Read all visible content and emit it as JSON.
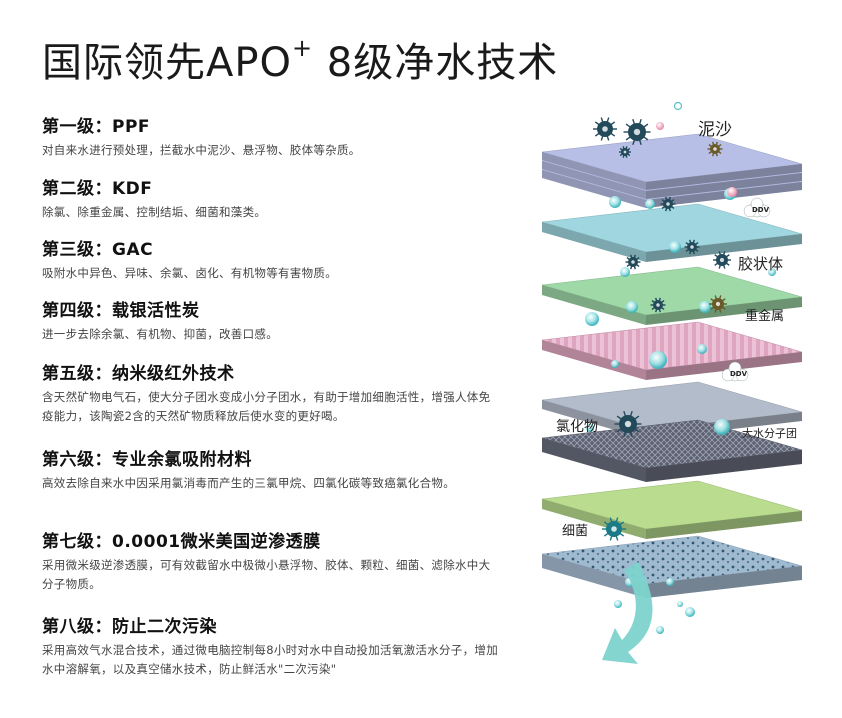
{
  "title": {
    "main": "国际领先APO",
    "sup": "+",
    "rest": " 8级净水技术"
  },
  "levels": [
    {
      "heading": "第一级：PPF",
      "desc": "对自来水进行预处理，拦截水中泥沙、悬浮物、胶体等杂质。"
    },
    {
      "heading": "第二级：KDF",
      "desc": "除氯、除重金属、控制结垢、细菌和藻类。"
    },
    {
      "heading": "第三级：GAC",
      "desc": "吸附水中异色、异味、余氯、卤化、有机物等有害物质。"
    },
    {
      "heading": "第四级：载银活性炭",
      "desc": "进一步去除余氯、有机物、抑菌，改善口感。"
    },
    {
      "heading": "第五级：纳米级红外技术",
      "desc": "含天然矿物电气石，使大分子团水变成小分子团水，有助于增加细胞活性，增强人体免疫能力，该陶瓷2含的天然矿物质释放后使水变的更好喝。"
    },
    {
      "heading": "第六级：专业余氯吸附材料",
      "desc": "高效去除自来水中因采用氯消毒而产生的三氯甲烷、四氯化碳等致癌氯化合物。"
    },
    {
      "heading": "第七级：0.0001微米美国逆渗透膜",
      "desc": "采用微米级逆渗透膜，可有效截留水中极微小悬浮物、胶体、颗粒、细菌、滤除水中大分子物质。"
    },
    {
      "heading": "第八级：防止二次污染",
      "desc": "采用高效气水混合技术，通过微电脑控制每8小时对水中自动投加活氧激活水分子，增加水中溶解氧，以及真空储水技术，防止鲜活水\"二次污染\""
    }
  ],
  "illustration": {
    "labels": {
      "sand": "泥沙",
      "colloid": "胶状体",
      "heavy_metal": "重金属",
      "chloride": "氯化物",
      "large_molecule": "大水分子团",
      "bacteria": "细菌",
      "ddv_1": "DDV",
      "ddv_2": "DDV"
    },
    "layer_colors": [
      "#b7bfe6",
      "#9fd6e0",
      "#9fd9a8",
      "#e3a9c3",
      "#b3bccb",
      "#6b6f80",
      "#b9dc8e",
      "#a9c0d6"
    ],
    "accent_colors": {
      "teal": "#1a7a86",
      "dark": "#234a5a",
      "arrow": "#7dd3cc"
    }
  }
}
